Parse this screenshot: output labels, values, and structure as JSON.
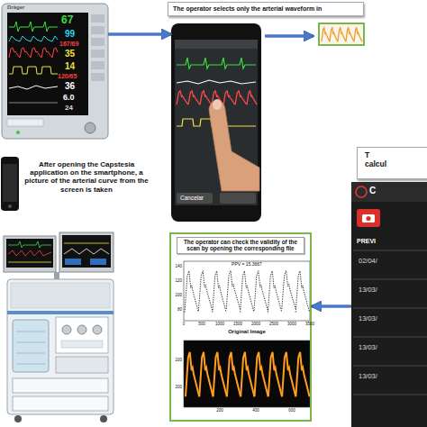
{
  "diagram": {
    "nodes": [
      {
        "text": [
          "Dräger",
          "67",
          "99",
          "167/69",
          "35",
          "14",
          "120/65",
          "36",
          "6.0",
          "24"
        ]
      },
      {
        "text": [
          "The operator selects only the arterial waveform in"
        ]
      },
      {
        "text": [
          "Cancelar"
        ]
      },
      {
        "text": [
          "T calcul"
        ]
      },
      {
        "text": [
          "C",
          "PREVI",
          "02/04/",
          "13/03/",
          "13/03/",
          "13/03/",
          "13/03/"
        ]
      },
      {
        "text": [
          "The operator can check the validity of the scan by opening the corresponding file"
        ]
      }
    ],
    "edges": [
      {
        "from": 0,
        "to": 2,
        "arrow": "to"
      },
      {
        "from": 4,
        "to": 5,
        "arrow": "to"
      }
    ],
    "labels": [
      "After opening the Capstesia application on the smartphone, a picture of the arterial curve from the screen is taken",
      "PPV = 15.3667",
      "Original Image",
      "140",
      "120",
      "100",
      "80",
      "0",
      "500",
      "1000",
      "1500",
      "2000",
      "2500",
      "3000",
      "3500",
      "100",
      "200",
      "200",
      "400",
      "600"
    ]
  }
}
